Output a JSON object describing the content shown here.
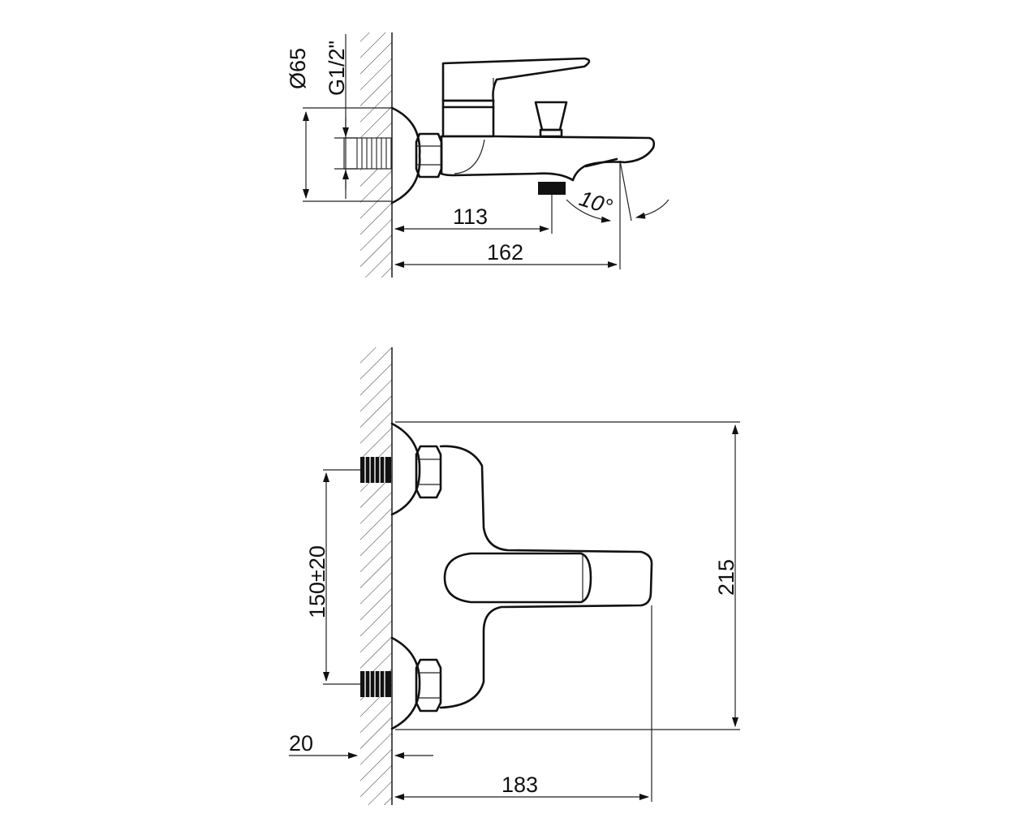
{
  "top_view": {
    "dim_diameter": "Ø65",
    "dim_thread": "G1/2\"",
    "dim_outlet": "113",
    "dim_length": "162",
    "dim_angle": "10°"
  },
  "front_view": {
    "dim_spacing": "150±20",
    "dim_height": "215",
    "dim_wall": "20",
    "dim_length": "183"
  }
}
